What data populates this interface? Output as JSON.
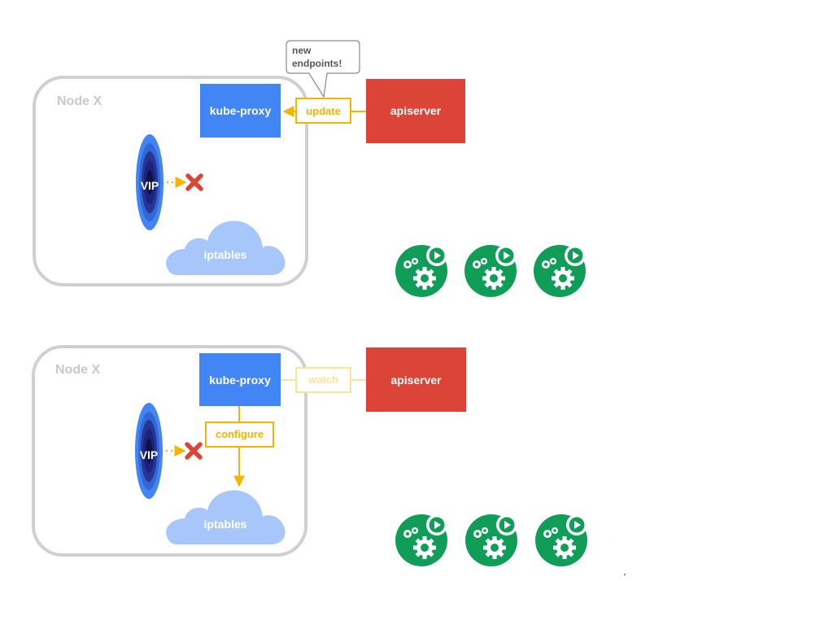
{
  "panels": [
    {
      "node_label": "Node X",
      "kube_proxy_label": "kube-proxy",
      "apiserver_label": "apiserver",
      "arrow_label": "update",
      "vip_label": "VIP",
      "iptables_label": "iptables",
      "callout": {
        "line1": "new",
        "line2": "endpoints!"
      }
    },
    {
      "node_label": "Node X",
      "kube_proxy_label": "kube-proxy",
      "apiserver_label": "apiserver",
      "arrow_label": "watch",
      "configure_label": "configure",
      "vip_label": "VIP",
      "iptables_label": "iptables"
    }
  ],
  "colors": {
    "node_border": "#d0d0d0",
    "node_label": "#c8c8c8",
    "kube_proxy": "#4285f4",
    "apiserver": "#db4437",
    "arrow_active": "#f4b400",
    "arrow_faded": "#fbe49a",
    "iptables_cloud": "#a7c7fa",
    "pod_green": "#0f9d58",
    "x_mark": "#db4437"
  },
  "pod_icon": "gears-play-icon"
}
